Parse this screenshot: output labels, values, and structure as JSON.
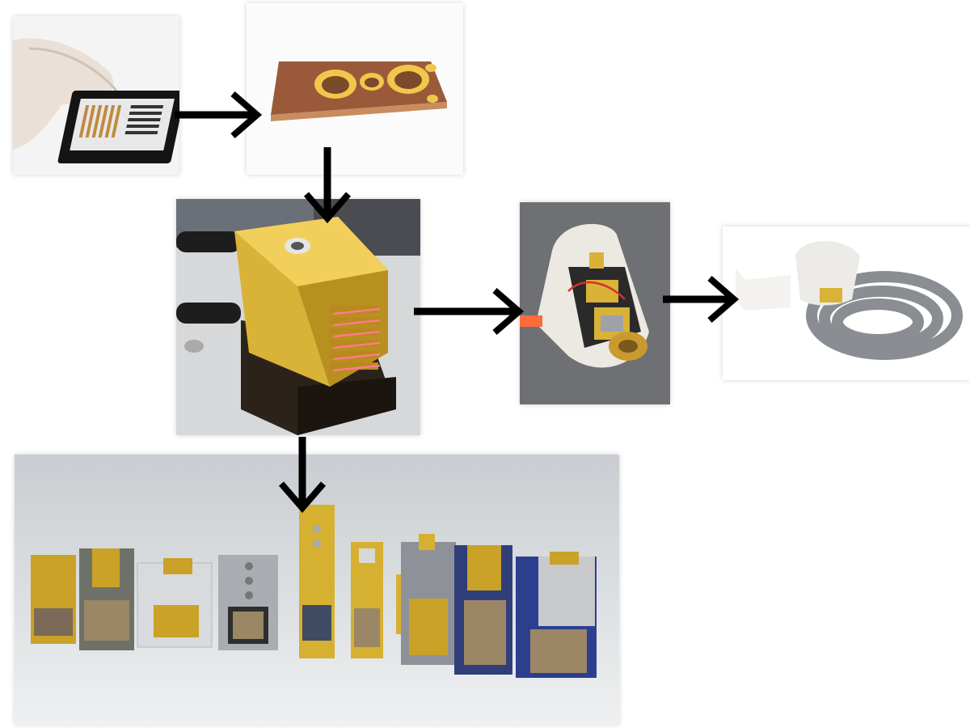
{
  "flow": {
    "steps": [
      {
        "id": "chip-wafer",
        "icon": "laser-chip-on-wafer-icon"
      },
      {
        "id": "copper-heatsink-plate",
        "icon": "copper-plate-icon"
      },
      {
        "id": "laser-stack-module",
        "icon": "gold-laser-stack-icon"
      },
      {
        "id": "handpiece-interior",
        "icon": "handpiece-open-icon"
      },
      {
        "id": "finished-handpiece",
        "icon": "handpiece-with-cable-icon"
      },
      {
        "id": "module-variants",
        "icon": "laser-module-lineup-icon"
      }
    ],
    "connections": [
      {
        "from": "chip-wafer",
        "to": "copper-heatsink-plate",
        "direction": "right"
      },
      {
        "from": "copper-heatsink-plate",
        "to": "laser-stack-module",
        "direction": "down"
      },
      {
        "from": "laser-stack-module",
        "to": "handpiece-interior",
        "direction": "right"
      },
      {
        "from": "handpiece-interior",
        "to": "finished-handpiece",
        "direction": "right"
      },
      {
        "from": "laser-stack-module",
        "to": "module-variants",
        "direction": "down"
      }
    ]
  },
  "colors": {
    "arrow": "#000000",
    "gold": "#c9a227",
    "copper": "#b87333",
    "laser_line": "#ff7a8c",
    "cable_gray": "#8a8d91"
  }
}
